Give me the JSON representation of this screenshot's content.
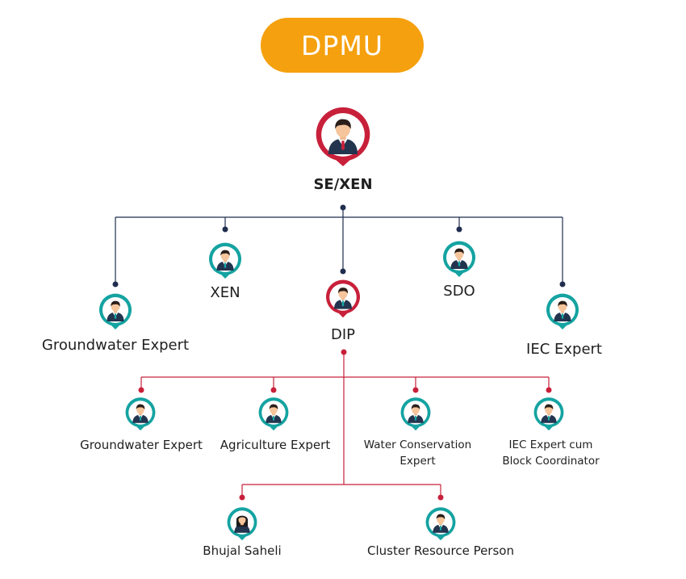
{
  "title": "DPMU",
  "colors": {
    "title_bg": "#f5a00e",
    "navy_line": "#1f2d4e",
    "red_line": "#c8203a",
    "teal_pin": "#14a3a1",
    "red_pin": "#c8203a",
    "text": "#1f1f1f"
  },
  "nodes": {
    "se_xen": {
      "label": "SE/XEN",
      "pin": "red",
      "icon": "manager-avatar-icon"
    },
    "xen": {
      "label": "XEN",
      "pin": "teal",
      "icon": "person-avatar-icon"
    },
    "dip": {
      "label": "DIP",
      "pin": "red",
      "icon": "person-avatar-icon"
    },
    "sdo": {
      "label": "SDO",
      "pin": "teal",
      "icon": "person-avatar-icon"
    },
    "groundwater_expert_top": {
      "label": "Groundwater Expert",
      "pin": "teal",
      "icon": "person-avatar-icon"
    },
    "iec_expert": {
      "label": "IEC Expert",
      "pin": "teal",
      "icon": "person-avatar-icon"
    },
    "groundwater_expert": {
      "label": "Groundwater Expert",
      "pin": "teal",
      "icon": "person-avatar-icon"
    },
    "agriculture_expert": {
      "label": "Agriculture Expert",
      "pin": "teal",
      "icon": "person-avatar-icon"
    },
    "water_conservation_expert": {
      "label_line1": "Water Conservation",
      "label_line2": "Expert",
      "pin": "teal",
      "icon": "person-avatar-icon"
    },
    "iec_block_coordinator": {
      "label_line1": "IEC Expert cum",
      "label_line2": "Block Coordinator",
      "pin": "teal",
      "icon": "person-avatar-icon"
    },
    "bhujal_saheli": {
      "label": "Bhujal Saheli",
      "pin": "teal",
      "icon": "woman-avatar-icon"
    },
    "cluster_resource_person": {
      "label": "Cluster Resource Person",
      "pin": "teal",
      "icon": "person-avatar-icon"
    }
  },
  "edges": [
    {
      "from": "SE/XEN",
      "to": "XEN"
    },
    {
      "from": "SE/XEN",
      "to": "DIP"
    },
    {
      "from": "SE/XEN",
      "to": "SDO"
    },
    {
      "from": "SE/XEN",
      "to": "Groundwater Expert"
    },
    {
      "from": "SE/XEN",
      "to": "IEC Expert"
    },
    {
      "from": "DIP",
      "to": "Groundwater Expert"
    },
    {
      "from": "DIP",
      "to": "Agriculture Expert"
    },
    {
      "from": "DIP",
      "to": "Water Conservation Expert"
    },
    {
      "from": "DIP",
      "to": "IEC Expert cum Block Coordinator"
    },
    {
      "from": "DIP",
      "to": "Bhujal Saheli"
    },
    {
      "from": "DIP",
      "to": "Cluster Resource Person"
    }
  ]
}
